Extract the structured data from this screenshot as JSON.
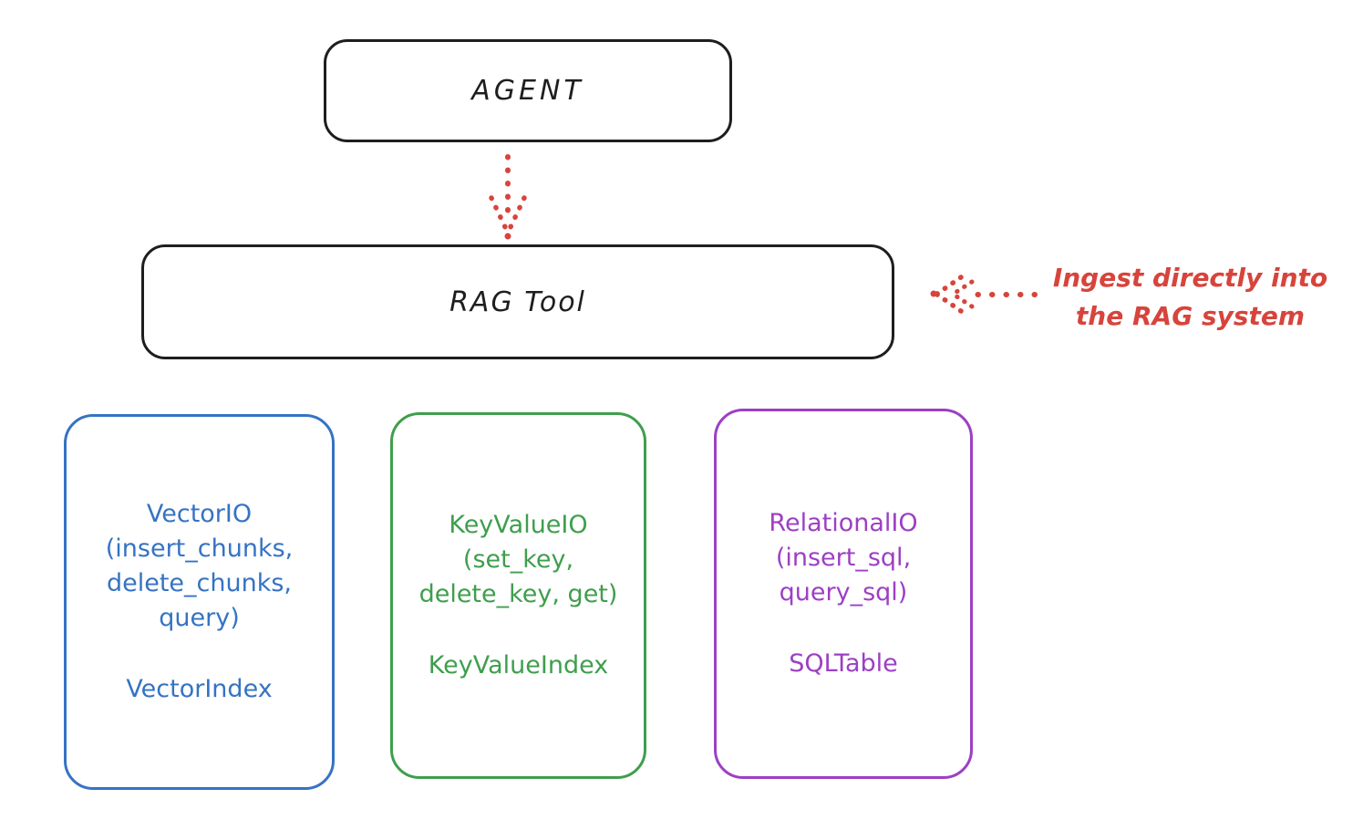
{
  "colors": {
    "stroke_dark": "#1e1e1e",
    "red": "#d7443c",
    "blue": "#3573c4",
    "green": "#3f9e4d",
    "purple": "#9d3fc4"
  },
  "agent_box": {
    "label": "AGENT"
  },
  "rag_tool_box": {
    "label": "RAG Tool"
  },
  "annotation": {
    "text": "Ingest directly into\nthe RAG system"
  },
  "arrows": {
    "agent_to_rag": "dotted-down-arrow",
    "annotation_to_rag": "dotted-left-arrow"
  },
  "storage_boxes": [
    {
      "id": "vector-io",
      "color": "#3573c4",
      "methods": "VectorIO\n(insert_chunks,\ndelete_chunks,\nquery)",
      "index_label": "VectorIndex"
    },
    {
      "id": "keyvalue-io",
      "color": "#3f9e4d",
      "methods": "KeyValueIO\n(set_key,\ndelete_key, get)",
      "index_label": "KeyValueIndex"
    },
    {
      "id": "relational-io",
      "color": "#9d3fc4",
      "methods": "RelationalIO\n(insert_sql,\nquery_sql)",
      "index_label": "SQLTable"
    }
  ]
}
